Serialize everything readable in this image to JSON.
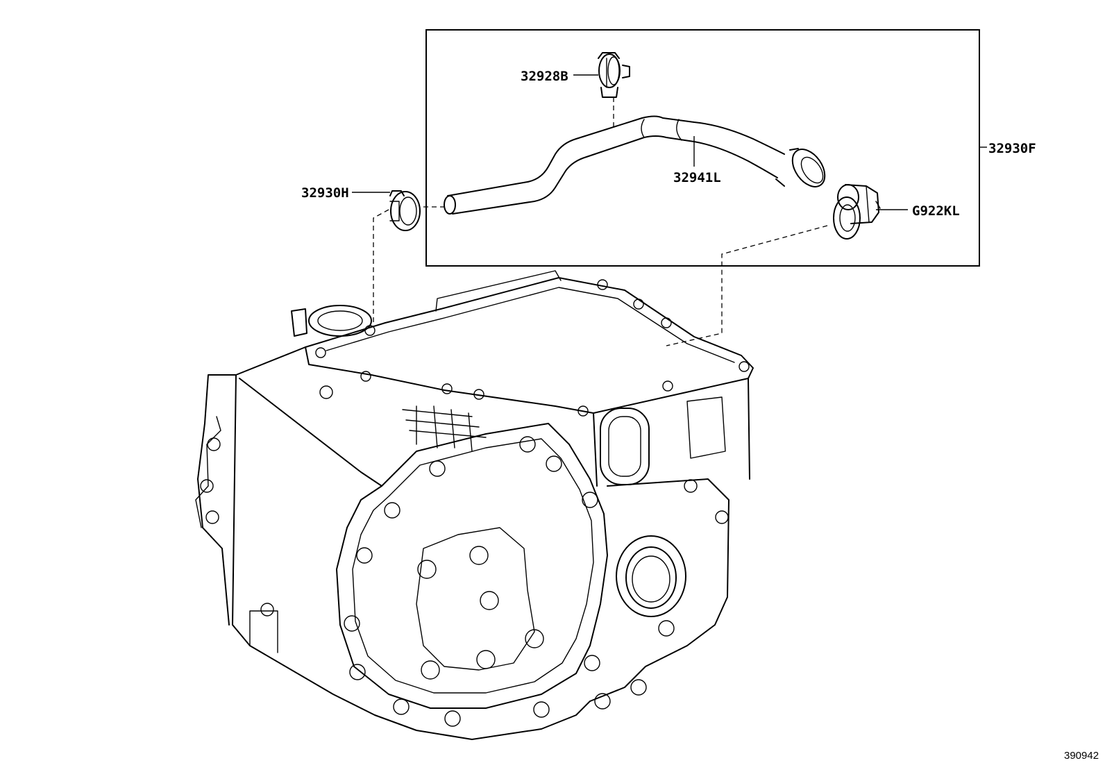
{
  "diagram": {
    "labels": {
      "p_32928B": "32928B",
      "p_32930F": "32930F",
      "p_32941L": "32941L",
      "p_32930H": "32930H",
      "p_G922KL": "G922KL"
    },
    "reference_number": "390942"
  }
}
